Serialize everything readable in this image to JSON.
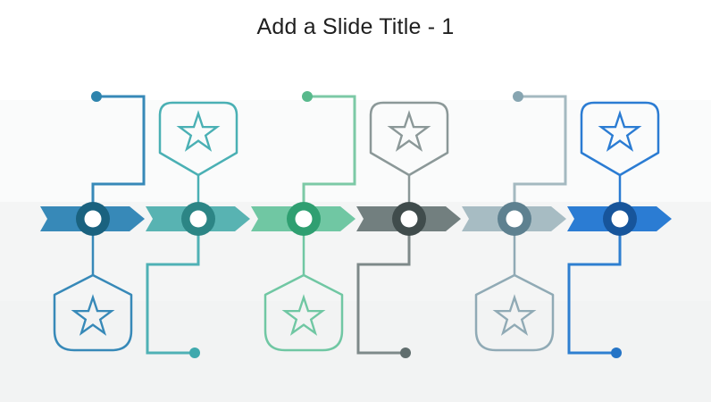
{
  "slide": {
    "title": "Add a Slide Title - 1",
    "title_color": "#1f1f1f",
    "background_bands": [
      {
        "color": "#ffffff",
        "from": 0,
        "to": 112
      },
      {
        "color": "#fafbfb",
        "from": 112,
        "to": 226
      },
      {
        "color": "#f4f5f5",
        "from": 226,
        "to": 337
      },
      {
        "color": "#f2f3f3",
        "from": 337,
        "to": 450
      }
    ]
  },
  "timeline": {
    "type": "chevron-process-timeline",
    "step_count": 6,
    "items": [
      {
        "id": "milestone-1",
        "badge_position": "below",
        "icon": "star-icon",
        "band_color": "#3789b8",
        "ring_color": "#1a627f",
        "line_color": "#3789b8",
        "dot_color": "#2e84ad",
        "badge_color": "#3789b8"
      },
      {
        "id": "milestone-2",
        "badge_position": "above",
        "icon": "star-icon",
        "band_color": "#58b3b2",
        "ring_color": "#2c8585",
        "line_color": "#4fb1b5",
        "dot_color": "#3fa9ad",
        "badge_color": "#4ab0b4"
      },
      {
        "id": "milestone-3",
        "badge_position": "below",
        "icon": "star-icon",
        "band_color": "#70c7a3",
        "ring_color": "#2f9f71",
        "line_color": "#7cc9a6",
        "dot_color": "#58b98c",
        "badge_color": "#70c7a3"
      },
      {
        "id": "milestone-4",
        "badge_position": "above",
        "icon": "star-icon",
        "band_color": "#727f7f",
        "ring_color": "#404c4c",
        "line_color": "#7e8989",
        "dot_color": "#606d6d",
        "badge_color": "#8b9898"
      },
      {
        "id": "milestone-5",
        "badge_position": "below",
        "icon": "star-icon",
        "band_color": "#a7bcc3",
        "ring_color": "#5e8190",
        "line_color": "#a4b9c0",
        "dot_color": "#87a5b1",
        "badge_color": "#90aab5"
      },
      {
        "id": "milestone-6",
        "badge_position": "above",
        "icon": "star-icon",
        "band_color": "#2b7cd3",
        "ring_color": "#17559b",
        "line_color": "#2e7fd0",
        "dot_color": "#2574c6",
        "badge_color": "#2b7cd3"
      }
    ]
  }
}
